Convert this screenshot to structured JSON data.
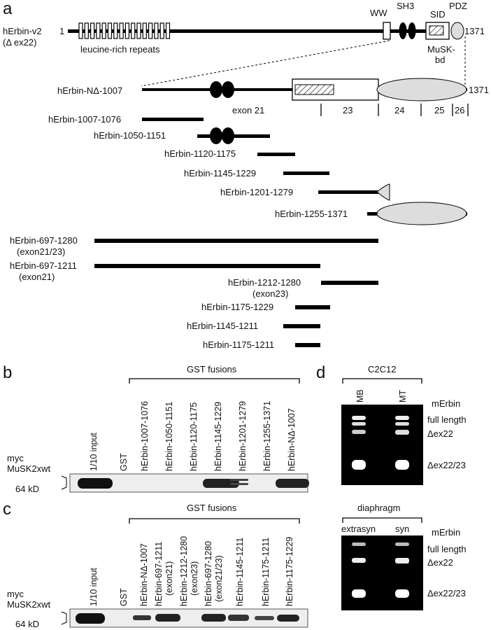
{
  "panel_a": {
    "letter": "a",
    "full_name": "hErbin-v2",
    "full_sub": "(Δ ex22)",
    "start": "1",
    "end": "1371",
    "lrr": "leucine-rich repeats",
    "ww": "WW",
    "sh3": "SH3",
    "sid": "SID",
    "pdz": "PDZ",
    "musk1": "MuSK-",
    "musk2": "bd",
    "nd_name": "hErbin-NΔ-1007",
    "nd_end": "1371",
    "exons": [
      "exon 21",
      "23",
      "24",
      "25",
      "26"
    ],
    "constructs": [
      "hErbin-1007-1076",
      "hErbin-1050-1151",
      "hErbin-1120-1175",
      "hErbin-1145-1229",
      "hErbin-1201-1279",
      "hErbin-1255-1371"
    ],
    "exon_constructs": [
      {
        "name": "hErbin-697-1280",
        "sub": "(exon21/23)"
      },
      {
        "name": "hErbin-697-1211",
        "sub": "(exon21)"
      },
      {
        "name": "hErbin-1212-1280",
        "sub": "(exon23)"
      },
      {
        "name": "hErbin-1175-1229",
        "sub": ""
      },
      {
        "name": "hErbin-1145-1211",
        "sub": ""
      },
      {
        "name": "hErbin-1175-1211",
        "sub": ""
      }
    ]
  },
  "panel_b": {
    "letter": "b",
    "header": "GST fusions",
    "lanes": [
      "1/10 input",
      "GST",
      "hErbin-1007-1076",
      "hErbin-1050-1151",
      "hErbin-1120-1175",
      "hErbin-1145-1229",
      "hErbin-1201-1279",
      "hErbin-1255-1371",
      "hErbin-NΔ-1007"
    ],
    "side1": "myc",
    "side2": "MuSK2xwt",
    "marker": "64 kD"
  },
  "panel_c": {
    "letter": "c",
    "header": "GST fusions",
    "lanes": [
      {
        "l1": "1/10 input",
        "l2": ""
      },
      {
        "l1": "GST",
        "l2": ""
      },
      {
        "l1": "hErbin-NΔ-1007",
        "l2": ""
      },
      {
        "l1": "hErbin-697-1211",
        "l2": "(exon21)"
      },
      {
        "l1": "hErbin-1212-1280",
        "l2": "(exon23)"
      },
      {
        "l1": "hErbin-697-1280",
        "l2": "(exon21/23)"
      },
      {
        "l1": "hErbin-1145-1211",
        "l2": ""
      },
      {
        "l1": "hErbin-1175-1211",
        "l2": ""
      },
      {
        "l1": "hErbin-1175-1229",
        "l2": ""
      }
    ],
    "side1": "myc",
    "side2": "MuSK2xwt",
    "marker": "64 kD"
  },
  "panel_d": {
    "letter": "d",
    "top": {
      "header": "C2C12",
      "lanes": [
        "MB",
        "MT"
      ],
      "title": "mErbin",
      "bands": [
        "full length",
        "Δex22",
        "Δex22/23"
      ]
    },
    "bottom": {
      "header": "diaphragm",
      "lanes": [
        "extrasyn",
        "syn"
      ],
      "title": "mErbin",
      "bands": [
        "full length",
        "Δex22",
        "Δex22/23"
      ]
    }
  }
}
